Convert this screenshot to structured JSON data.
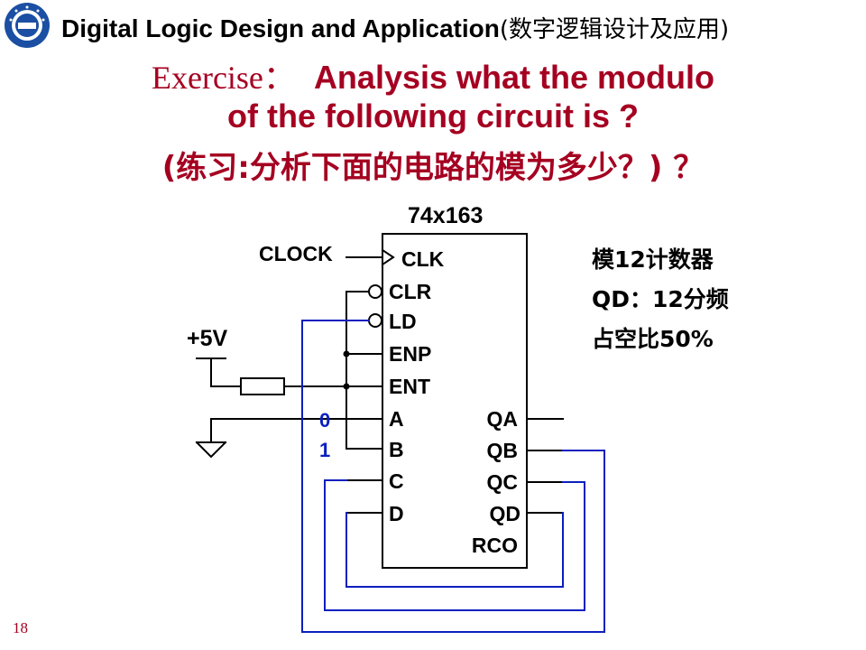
{
  "header": {
    "title_en": "Digital Logic Design and Application",
    "title_cn": "(数字逻辑设计及应用)"
  },
  "title": {
    "exercise_label": "Exercise：",
    "line1": "Analysis what the modulo",
    "line2": "of the following circuit is ?",
    "line3": "(练习:分析下面的电路的模为多少？) ？"
  },
  "chip": {
    "name": "74x163",
    "left_pins": [
      "CLK",
      "CLR",
      "LD",
      "ENP",
      "ENT",
      "A",
      "B",
      "C",
      "D"
    ],
    "right_pins": [
      "QA",
      "QB",
      "QC",
      "QD",
      "RCO"
    ]
  },
  "labels": {
    "clock": "CLOCK",
    "vcc": "+5V",
    "a_value": "0",
    "b_value": "1"
  },
  "notes": [
    "模12计数器",
    "QD：12分频",
    "占空比50%"
  ],
  "page_number": "18",
  "colors": {
    "title": "#a50021",
    "feedback": "#0b1fbf",
    "wire": "#000000"
  }
}
